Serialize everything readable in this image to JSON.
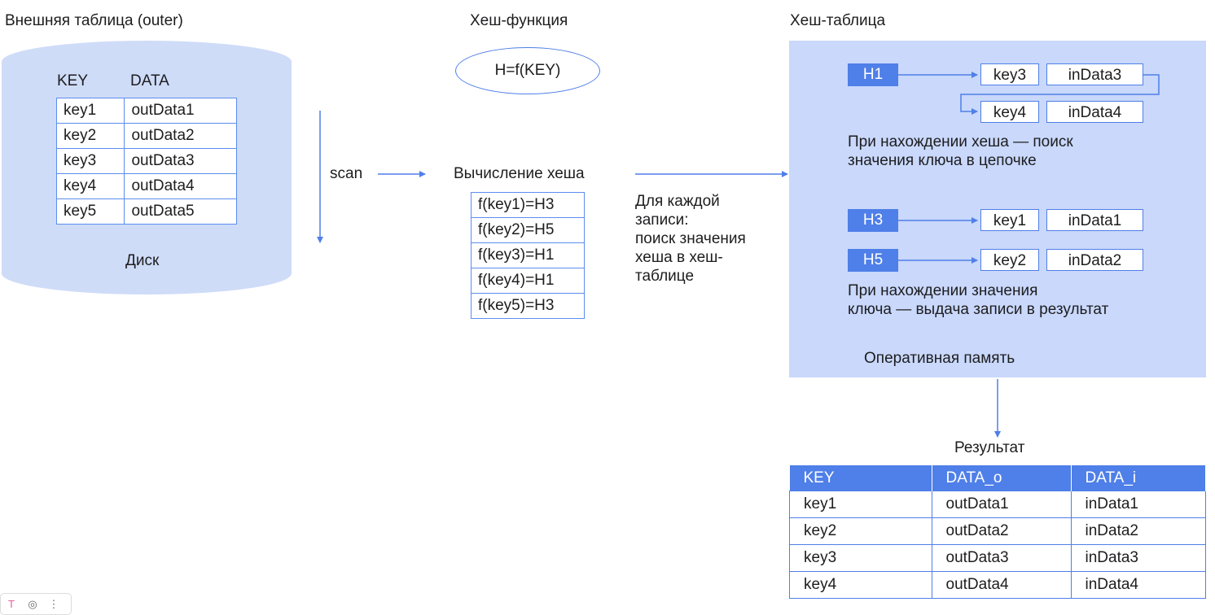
{
  "outer": {
    "title": "Внешняя таблица (outer)",
    "headers": [
      "KEY",
      "DATA"
    ],
    "rows": [
      [
        "key1",
        "outData1"
      ],
      [
        "key2",
        "outData2"
      ],
      [
        "key3",
        "outData3"
      ],
      [
        "key4",
        "outData4"
      ],
      [
        "key5",
        "outData5"
      ]
    ],
    "disk_label": "Диск"
  },
  "hash_function": {
    "title": "Хеш-функция",
    "formula": "H=f(KEY)"
  },
  "scan_label": "scan",
  "hash_compute": {
    "title": "Вычисление хеша",
    "rows": [
      "f(key1)=H3",
      "f(key2)=H5",
      "f(key3)=H1",
      "f(key4)=H1",
      "f(key5)=H3"
    ]
  },
  "lookup_note": [
    "Для каждой",
    "записи:",
    "поиск значения",
    "хеша в хеш-",
    "таблице"
  ],
  "hash_table": {
    "title": "Хеш-таблица",
    "buckets": [
      {
        "hash": "H1",
        "entries": [
          [
            "key3",
            "inData3"
          ],
          [
            "key4",
            "inData4"
          ]
        ]
      },
      {
        "hash": "H3",
        "entries": [
          [
            "key1",
            "inData1"
          ]
        ]
      },
      {
        "hash": "H5",
        "entries": [
          [
            "key2",
            "inData2"
          ]
        ]
      }
    ],
    "note1": [
      "При нахождении хеша — поиск",
      "значения ключа в цепочке"
    ],
    "note2": [
      "При нахождении значения",
      "ключа — выдача записи в результат"
    ],
    "memory_label": "Оперативная память"
  },
  "result": {
    "title": "Результат",
    "headers": [
      "KEY",
      "DATA_o",
      "DATA_i"
    ],
    "rows": [
      [
        "key1",
        "outData1",
        "inData1"
      ],
      [
        "key2",
        "outData2",
        "inData2"
      ],
      [
        "key3",
        "outData3",
        "inData3"
      ],
      [
        "key4",
        "outData4",
        "inData4"
      ]
    ]
  },
  "colors": {
    "accent": "#4f7fe8",
    "fill_light": "#c9d8fb",
    "disk_fill": "#cfdcf8"
  }
}
